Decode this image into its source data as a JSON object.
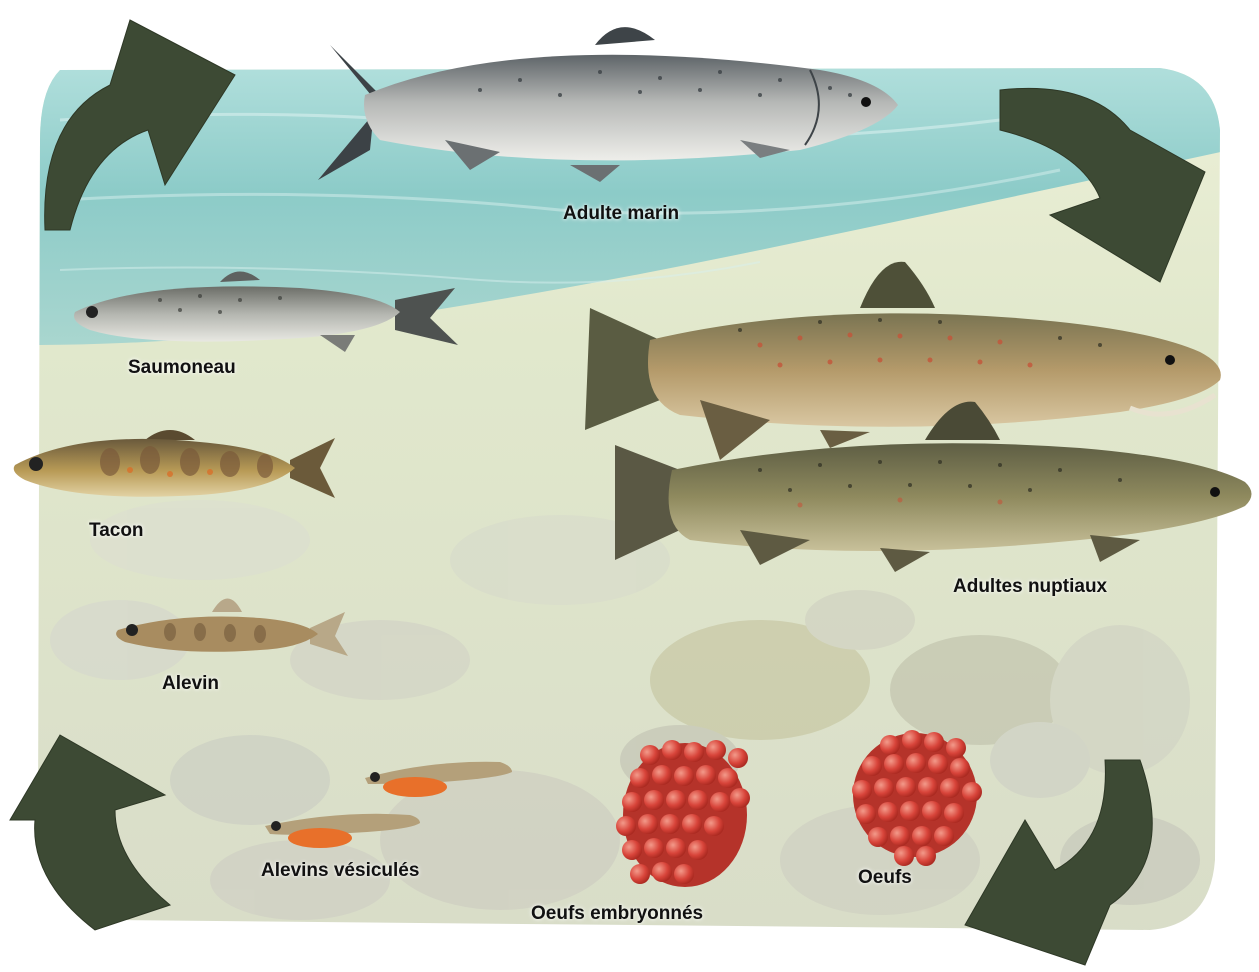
{
  "colors": {
    "sea_water": "#7fc4c4",
    "river_water": "#dde8c8",
    "gravel": "#c9c9b4",
    "arrow": "#3d4a34",
    "eggs": "#d8443a",
    "label_text": "#111111"
  },
  "stages": {
    "adulte_marin": "Adulte marin",
    "adultes_nuptiaux": "Adultes nuptiaux",
    "saumoneau": "Saumoneau",
    "tacon": "Tacon",
    "alevin": "Alevin",
    "alevins_vesicules": "Alevins vésiculés",
    "oeufs_embryonnes": "Oeufs embryonnés",
    "oeufs": "Oeufs"
  },
  "cycle_arrows": [
    "arrow-icon",
    "arrow-icon",
    "arrow-icon",
    "arrow-icon"
  ]
}
